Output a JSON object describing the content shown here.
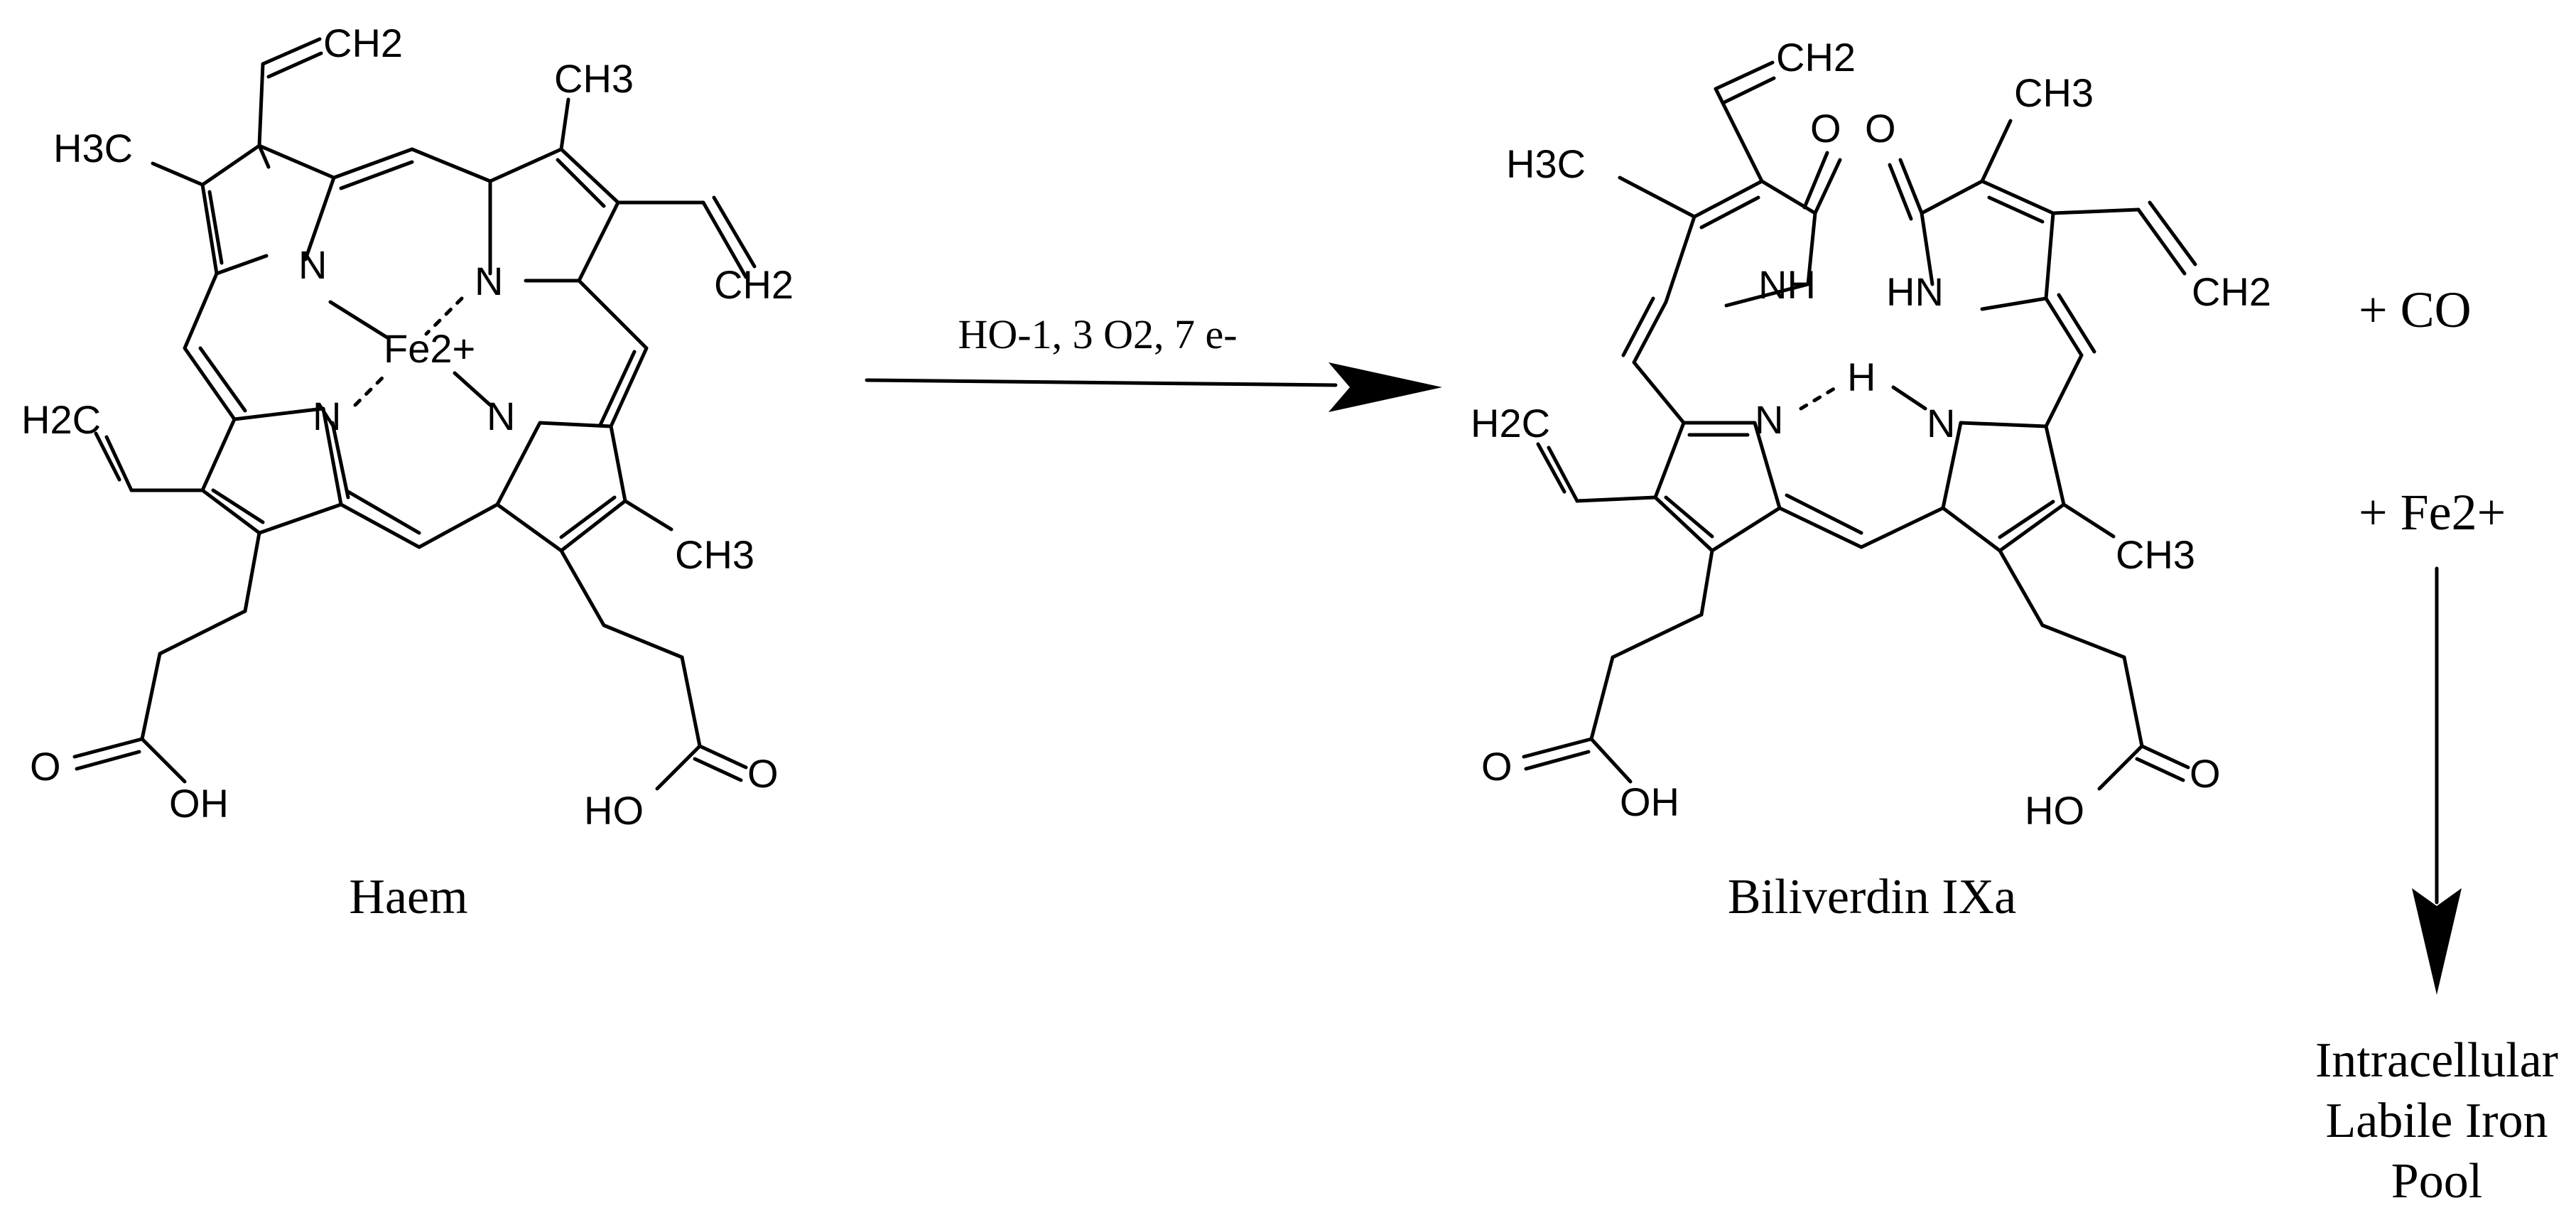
{
  "reactant": {
    "name": "Haem",
    "labels": {
      "vinyl1": "CH2",
      "methyl1": "H3C",
      "methyl2": "CH3",
      "vinyl2": "CH2",
      "vinyl3": "H2C",
      "methyl3": "CH3",
      "n1": "N",
      "n2": "N",
      "n3": "N",
      "n4": "N",
      "iron": "Fe2+",
      "acid1_o": "O",
      "acid1_oh": "OH",
      "acid2_o": "O",
      "acid2_ho": "HO"
    }
  },
  "reaction": {
    "conditions": "HO-1, 3 O2, 7 e-"
  },
  "product": {
    "name": "Biliverdin IXa",
    "labels": {
      "vinyl1": "CH2",
      "methyl1": "H3C",
      "keto1": "O",
      "keto2": "O",
      "methyl2": "CH3",
      "vinyl2": "CH2",
      "nh1": "NH",
      "hn2": "HN",
      "vinyl3": "H2C",
      "n3": "N",
      "h_bridge": "H",
      "n4": "N",
      "methyl3": "CH3",
      "acid1_o": "O",
      "acid1_oh": "OH",
      "acid2_o": "O",
      "acid2_ho": "HO"
    }
  },
  "byproducts": {
    "co": "+ CO",
    "iron": "+ Fe2+",
    "destination": [
      "Intracellular",
      "Labile Iron",
      "Pool"
    ]
  }
}
